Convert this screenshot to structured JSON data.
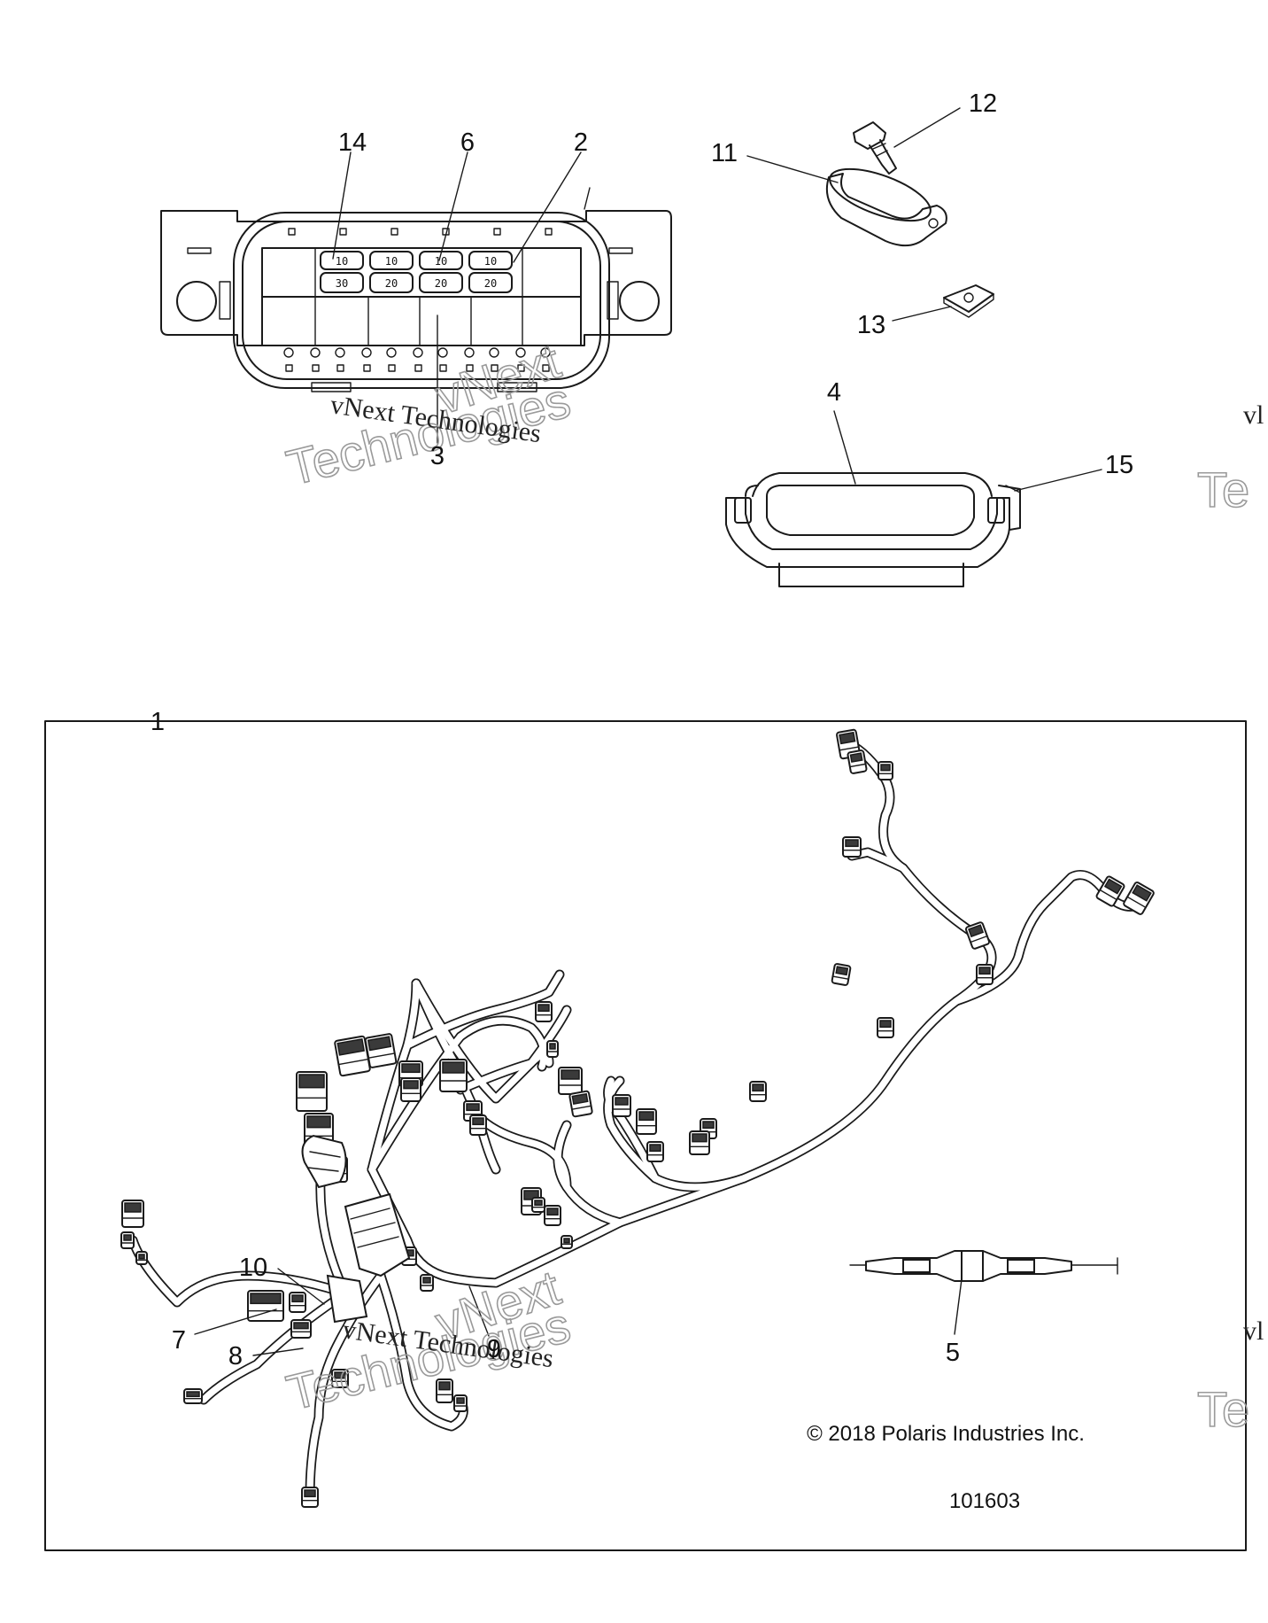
{
  "callouts": [
    {
      "id": "14",
      "label": "14"
    },
    {
      "id": "6",
      "label": "6"
    },
    {
      "id": "2",
      "label": "2"
    },
    {
      "id": "3",
      "label": "3"
    },
    {
      "id": "11",
      "label": "11"
    },
    {
      "id": "12",
      "label": "12"
    },
    {
      "id": "13",
      "label": "13"
    },
    {
      "id": "4",
      "label": "4"
    },
    {
      "id": "15",
      "label": "15"
    },
    {
      "id": "1",
      "label": "1"
    },
    {
      "id": "10",
      "label": "10"
    },
    {
      "id": "7",
      "label": "7"
    },
    {
      "id": "8",
      "label": "8"
    },
    {
      "id": "9",
      "label": "9"
    },
    {
      "id": "5",
      "label": "5"
    }
  ],
  "fuse_labels": {
    "top_row": [
      "10",
      "10",
      "10",
      "10"
    ],
    "bottom_row": [
      "30",
      "20",
      "20",
      "20"
    ]
  },
  "copyright": "© 2018 Polaris Industries Inc.",
  "part_number": "101603",
  "watermark": {
    "line": "vNext Technologies",
    "outline_top": "vNext",
    "outline_bottom": "Technologies",
    "edge_fragment_1": "vl",
    "edge_fragment_2": "Te"
  }
}
